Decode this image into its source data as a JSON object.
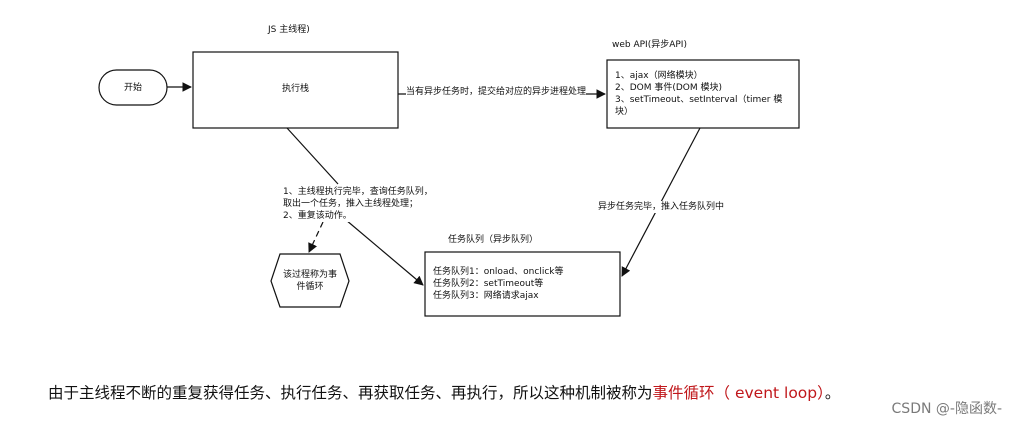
{
  "diagram": {
    "js_main_thread_title": "JS 主线程)",
    "web_api_title": "web API(异步API)",
    "start_label": "开始",
    "exec_stack_label": "执行栈",
    "arrow_label_async": "当有异步任务时，提交给对应的异步进程处理",
    "web_api_items": [
      "1、ajax（网络模块）",
      "2、DOM 事件(DOM 模块)",
      "3、setTimeout、setInterval（timer 模",
      "块）"
    ],
    "main_thread_notes": [
      "1、主线程执行完毕，查询任务队列，",
      "取出一个任务，推入主线程处理；",
      "2、重复该动作。"
    ],
    "loop_label_lines": [
      "该过程称为事",
      "件循环"
    ],
    "async_done_label": "异步任务完毕，推入任务队列中",
    "task_queue_title": "任务队列（异步队列）",
    "task_queue_items": [
      "任务队列1：onload、onclick等",
      "任务队列2：setTimeout等",
      "任务队列3：网络请求ajax"
    ]
  },
  "caption": {
    "prefix": "由于主线程不断的重复获得任务、执行任务、再获取任务、再执行，所以这种机制被称为",
    "highlight": "事件循环（ event loop）",
    "suffix": "。",
    "highlight_color": "#c0171b"
  },
  "watermark": "CSDN @-隐函数-"
}
